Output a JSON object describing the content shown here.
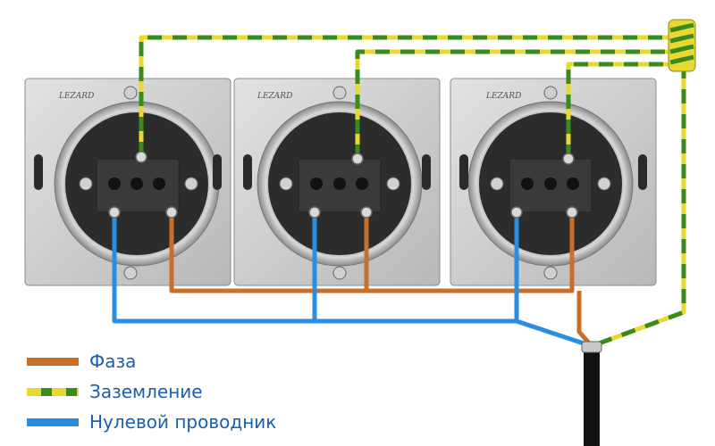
{
  "brand_label": "LEZARD",
  "legend": {
    "items": [
      {
        "label": "Фаза",
        "color": "#c8702a",
        "pattern": "solid"
      },
      {
        "label": "Заземление",
        "color": "#e8d830",
        "color2": "#3a8a1e",
        "pattern": "dashed"
      },
      {
        "label": "Нулевой проводник",
        "color": "#2a8de0",
        "pattern": "solid"
      }
    ]
  },
  "colors": {
    "phase": "#c8702a",
    "ground_yellow": "#e8d830",
    "ground_green": "#3a8a1e",
    "neutral": "#2a8de0",
    "cable": "#111111",
    "frame": "#c9c9c9",
    "frame_dark": "#9a9a9a"
  },
  "sockets": [
    {
      "id": "socket-1",
      "brand": "LEZARD"
    },
    {
      "id": "socket-2",
      "brand": "LEZARD"
    },
    {
      "id": "socket-3",
      "brand": "LEZARD"
    }
  ]
}
